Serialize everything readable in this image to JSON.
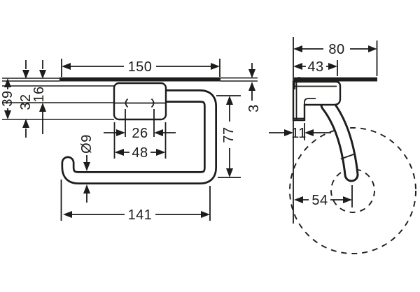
{
  "drawing": {
    "type": "technical-dimension-drawing",
    "colors": {
      "background": "#ffffff",
      "line": "#1d1d1b"
    },
    "front_view": {
      "dims": {
        "shelf_width": "150",
        "overall_height": "39",
        "plate_height": "32",
        "top_offset": "16",
        "slot_spacing": "26",
        "plate_width": "48",
        "bar_diameter": "Ø9",
        "arm_height": "77",
        "shelf_thickness": "3",
        "bar_length": "141"
      }
    },
    "side_view": {
      "dims": {
        "shelf_depth": "80",
        "bracket_depth": "43",
        "wall_plate_depth": "11",
        "roll_center_distance": "54"
      }
    }
  }
}
